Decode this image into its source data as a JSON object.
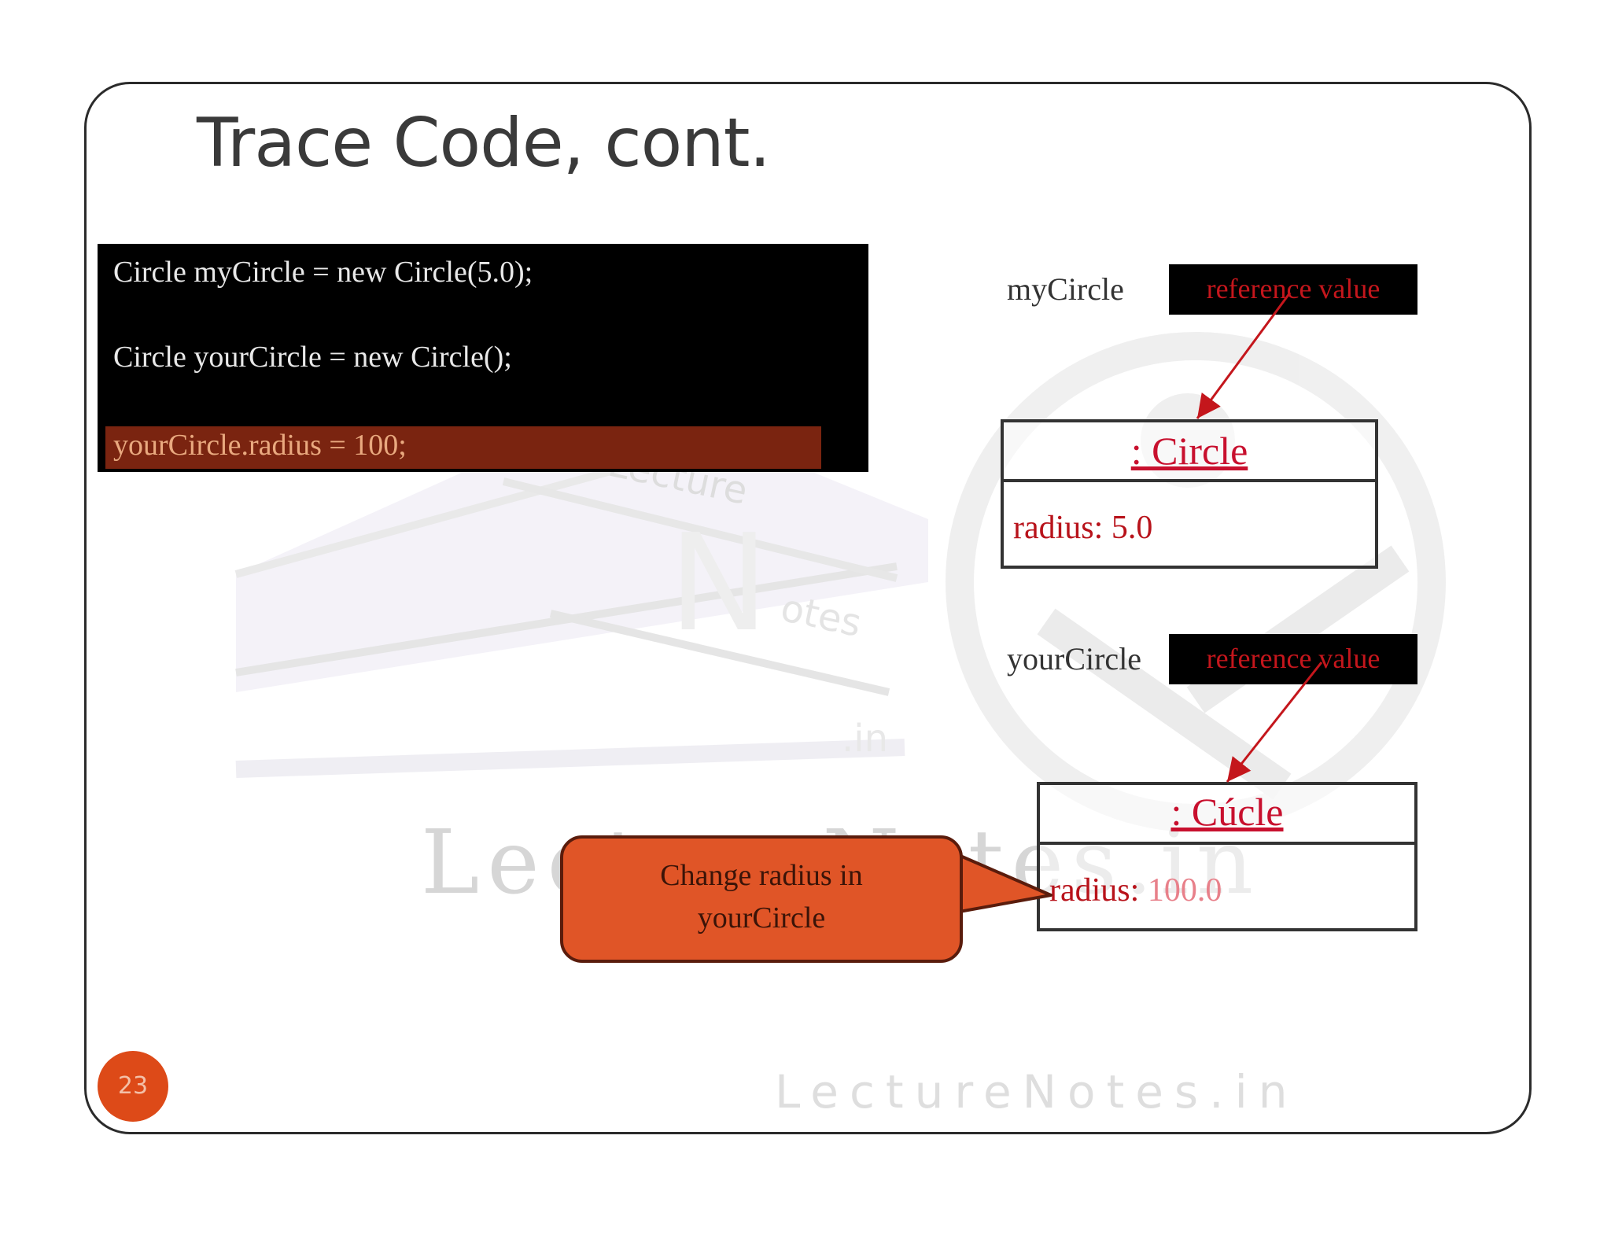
{
  "slide": {
    "title": "Trace Code, cont.",
    "page_number": "23"
  },
  "code": {
    "lines": [
      "Circle myCircle = new Circle(5.0);",
      "Circle yourCircle = new Circle();",
      "yourCircle.radius = 100;"
    ],
    "highlighted_line": 3
  },
  "diagram": {
    "my_circle": {
      "label": "myCircle",
      "ref": "reference value",
      "object_title": ": Circle",
      "field_name": "radius:",
      "field_value": "5.0"
    },
    "your_circle": {
      "label": "yourCircle",
      "ref": "reference value",
      "object_title": ": Cúcle",
      "field_name": "radius:",
      "field_value": "100.0"
    }
  },
  "callout": {
    "line1": "Change radius in",
    "line2": "yourCircle"
  },
  "watermark": {
    "big_letter": "N",
    "word_top": "Lecture",
    "word_mid": "otes",
    "word_low": ".in",
    "center_text": "LectureNotes.in",
    "footer_text": "LectureNotes.in"
  },
  "colors": {
    "accent": "#c4161c",
    "highlight": "#7a2410",
    "callout": "#e05527",
    "badge": "#dd4a18"
  }
}
